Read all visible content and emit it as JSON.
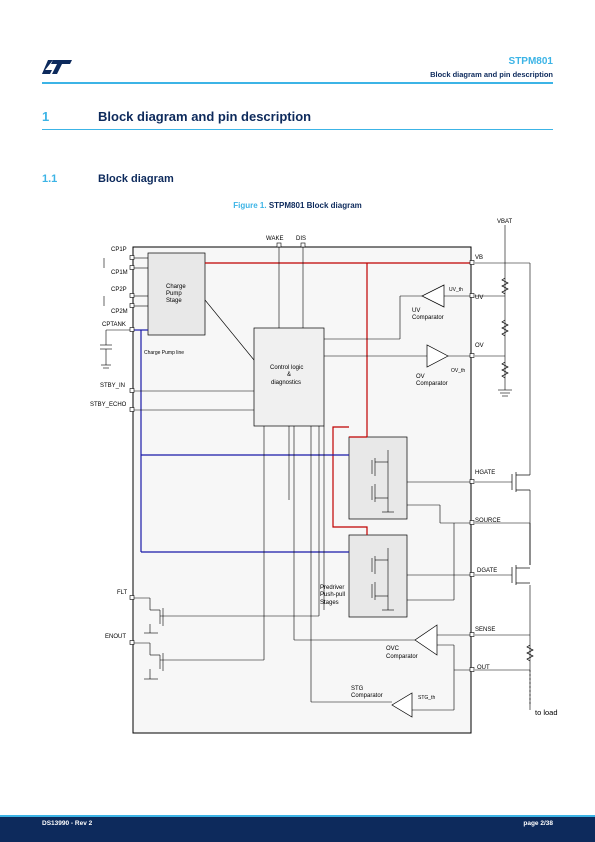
{
  "header": {
    "product": "STPM801",
    "section_title": "Block diagram and pin description"
  },
  "section": {
    "number": "1",
    "title": "Block diagram and pin description"
  },
  "subsection": {
    "number": "1.1",
    "title": "Block diagram"
  },
  "figure": {
    "label": "Figure 1.",
    "title": "STPM801 Block diagram"
  },
  "diagram_labels": {
    "vbat": "VBAT",
    "wake": "WAKE",
    "dis": "DIS",
    "cp1p": "CP1P",
    "cp1m": "CP1M",
    "cp2p": "CP2P",
    "cp2m": "CP2M",
    "cptank": "CPTANK",
    "charge_pump_1": "Charge",
    "charge_pump_2": "Pump",
    "charge_pump_3": "Stage",
    "charge_pump_line": "Charge Pump line",
    "stby_in": "STBY_IN",
    "stby_echo": "STBY_ECHO",
    "control_1": "Control logic",
    "control_2": "&",
    "control_3": "diagnostics",
    "vb": "VB",
    "uv": "UV",
    "ov": "OV",
    "uv_th": "UV_th",
    "ov_th": "OV_th",
    "uv_comp_1": "UV",
    "uv_comp_2": "Comparator",
    "ov_comp_1": "OV",
    "ov_comp_2": "Comparator",
    "hgate": "HGATE",
    "source": "SOURCE",
    "dgate": "DGATE",
    "sense": "SENSE",
    "out": "OUT",
    "flt": "FLT",
    "enout": "ENOUT",
    "predriver_1": "Predriver",
    "predriver_2": "Push-pull",
    "predriver_3": "Stages",
    "ovc_1": "OVC",
    "ovc_2": "Comparator",
    "stg_1": "STG",
    "stg_2": "Comparator",
    "stg_th": "STG_th",
    "to_load": "to load"
  },
  "footer": {
    "doc_id": "DS13990 - Rev 2",
    "page": "page 2/38"
  },
  "colors": {
    "accent": "#3cb4e6",
    "navy": "#0d2a5c",
    "red_wire": "#c00000",
    "blue_wire": "#1a1aa8"
  }
}
